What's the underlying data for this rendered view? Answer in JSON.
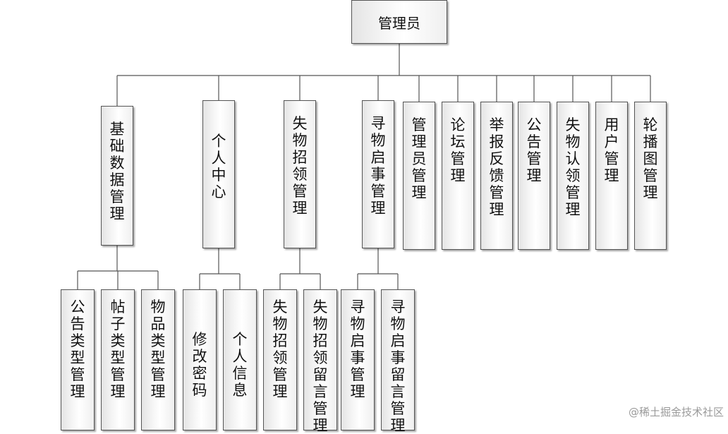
{
  "root": "管理员",
  "level1": [
    {
      "label": "基础数据管理",
      "children": [
        "公告类型管理",
        "帖子类型管理",
        "物品类型管理"
      ]
    },
    {
      "label": "个人中心",
      "children": [
        "修改密码",
        "个人信息"
      ]
    },
    {
      "label": "失物招领管理",
      "children": [
        "失物招领管理",
        "失物招领留言管理"
      ]
    },
    {
      "label": "寻物启事管理",
      "children": [
        "寻物启事管理",
        "寻物启事留言管理"
      ]
    },
    {
      "label": "管理员管理",
      "children": []
    },
    {
      "label": "论坛管理",
      "children": []
    },
    {
      "label": "举报反馈管理",
      "children": []
    },
    {
      "label": "公告管理",
      "children": []
    },
    {
      "label": "失物认领管理",
      "children": []
    },
    {
      "label": "用户管理",
      "children": []
    },
    {
      "label": "轮播图管理",
      "children": []
    }
  ],
  "watermark": "@稀土掘金技术社区"
}
